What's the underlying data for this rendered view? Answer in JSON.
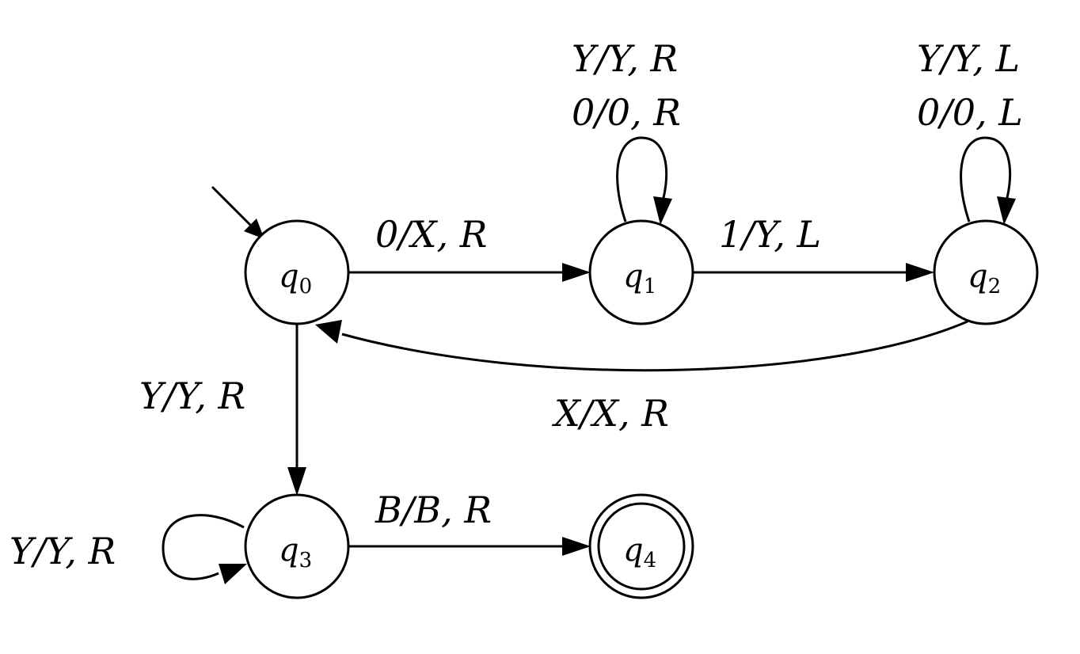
{
  "diagram": {
    "states": [
      {
        "id": "q0",
        "base": "q",
        "sub": "0",
        "accepting": false,
        "initial": true
      },
      {
        "id": "q1",
        "base": "q",
        "sub": "1",
        "accepting": false,
        "initial": false
      },
      {
        "id": "q2",
        "base": "q",
        "sub": "2",
        "accepting": false,
        "initial": false
      },
      {
        "id": "q3",
        "base": "q",
        "sub": "3",
        "accepting": false,
        "initial": false
      },
      {
        "id": "q4",
        "base": "q",
        "sub": "4",
        "accepting": true,
        "initial": false
      }
    ],
    "transitions": [
      {
        "from": "q0",
        "to": "q1",
        "label": "0/X, R"
      },
      {
        "from": "q1",
        "to": "q1",
        "labels": [
          "Y/Y, R",
          "0/0, R"
        ]
      },
      {
        "from": "q1",
        "to": "q2",
        "label": "1/Y, L"
      },
      {
        "from": "q2",
        "to": "q2",
        "labels": [
          "Y/Y, L",
          "0/0, L"
        ]
      },
      {
        "from": "q2",
        "to": "q0",
        "label": "X/X, R"
      },
      {
        "from": "q0",
        "to": "q3",
        "label": "Y/Y, R"
      },
      {
        "from": "q3",
        "to": "q3",
        "label": "Y/Y, R"
      },
      {
        "from": "q3",
        "to": "q4",
        "label": "B/B, R"
      }
    ]
  }
}
